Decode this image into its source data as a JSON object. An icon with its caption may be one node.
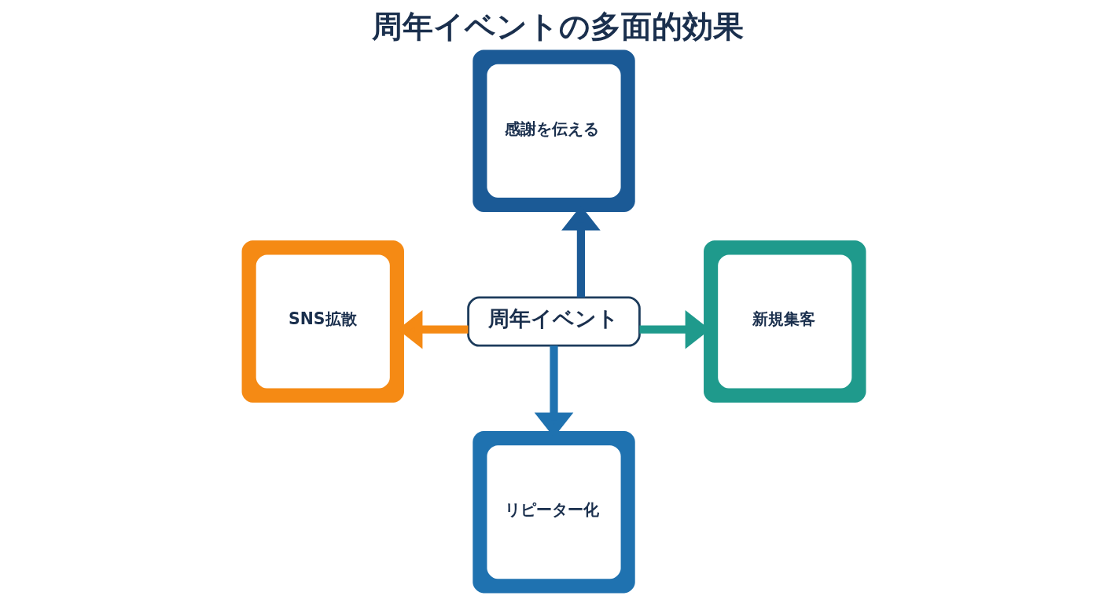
{
  "diagram": {
    "title": "周年イベントの多面的効果",
    "nodes": [
      {
        "text": [
          "感謝を伝える"
        ]
      },
      {
        "text": [
          "SNS拡散"
        ]
      },
      {
        "text": [
          "周年イベント"
        ]
      },
      {
        "text": [
          "新規集客"
        ]
      },
      {
        "text": [
          "リピーター化"
        ]
      }
    ],
    "edges": [
      {
        "from": 2,
        "to": 0,
        "arrow": "to",
        "color": "#1b5a96"
      },
      {
        "from": 2,
        "to": 1,
        "arrow": "to",
        "color": "#f58a14"
      },
      {
        "from": 2,
        "to": 3,
        "arrow": "to",
        "color": "#1f9a8c"
      },
      {
        "from": 2,
        "to": 4,
        "arrow": "to",
        "color": "#1f72b0"
      }
    ]
  }
}
